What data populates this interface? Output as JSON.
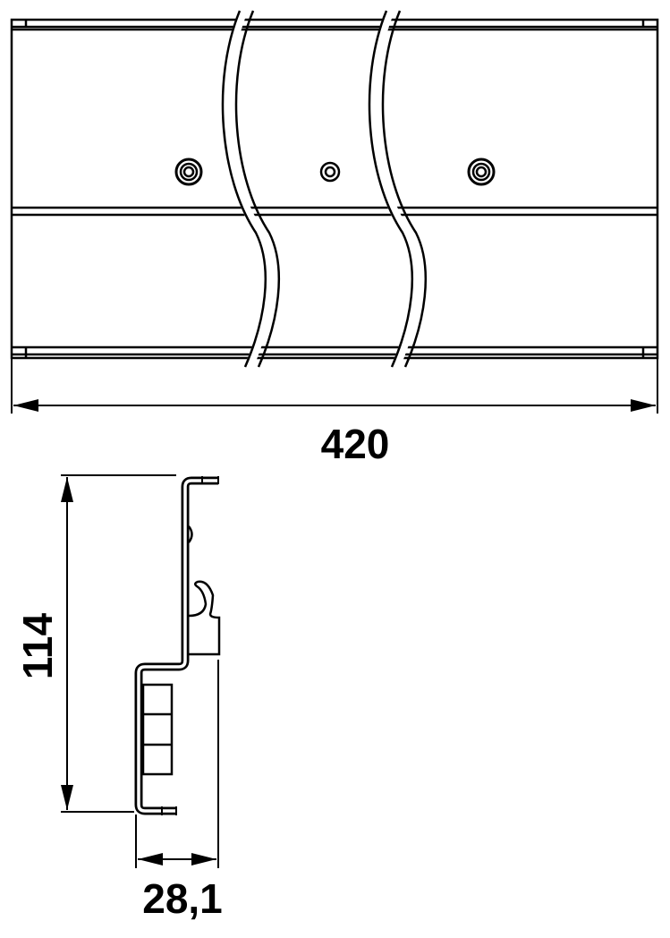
{
  "dimensions": {
    "length": "420",
    "height": "114",
    "depth": "28,1"
  },
  "colors": {
    "line": "#000000",
    "background": "#ffffff"
  }
}
